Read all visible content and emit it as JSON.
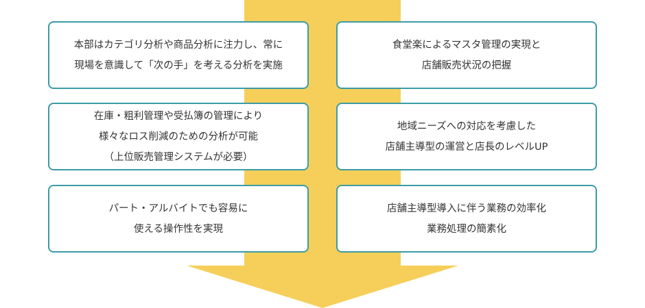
{
  "colors": {
    "arrow": "#f5cf5a",
    "box_border": "#3a9ba6",
    "text": "#333333"
  },
  "boxes": [
    {
      "lines": [
        "本部はカテゴリ分析や商品分析に注力し、常に",
        "現場を意識して「次の手」を考える分析を実施"
      ]
    },
    {
      "lines": [
        "食堂楽によるマスタ管理の実現と",
        "店舗販売状況の把握"
      ]
    },
    {
      "lines": [
        "在庫・粗利管理や受払簿の管理により",
        "様々なロス削減のための分析が可能",
        "（上位販売管理システムが必要）"
      ]
    },
    {
      "lines": [
        "地域ニーズへの対応を考慮した",
        "店舗主導型の運営と店長のレベルUP"
      ]
    },
    {
      "lines": [
        "パート・アルバイトでも容易に",
        "使える操作性を実現"
      ]
    },
    {
      "lines": [
        "店舗主導型導入に伴う業務の効率化",
        "業務処理の簡素化"
      ]
    }
  ]
}
